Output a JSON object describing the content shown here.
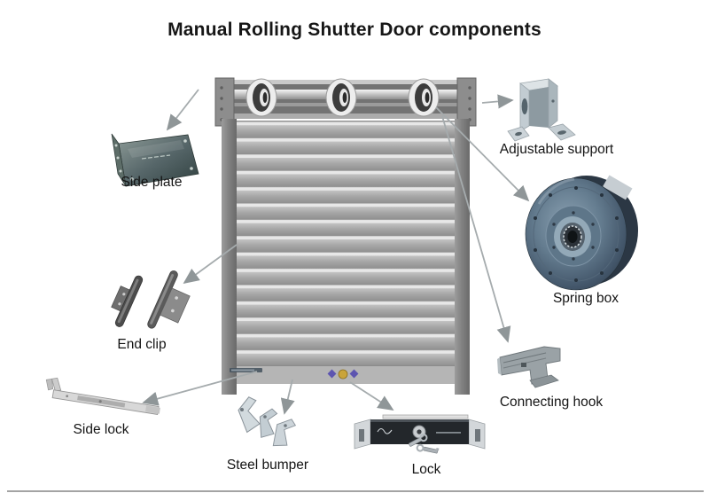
{
  "title": "Manual Rolling Shutter Door components",
  "diagram": {
    "type": "labeled-component-diagram",
    "subject": "Manual rolling shutter door",
    "components": [
      {
        "id": "side_plate",
        "label": "Side plate",
        "position": "upper-left"
      },
      {
        "id": "end_clip",
        "label": "End clip",
        "position": "middle-left"
      },
      {
        "id": "side_lock",
        "label": "Side lock",
        "position": "lower-left"
      },
      {
        "id": "steel_bumper",
        "label": "Steel bumper",
        "position": "bottom-center"
      },
      {
        "id": "lock",
        "label": "Lock",
        "position": "bottom-center-right"
      },
      {
        "id": "adjustable_support",
        "label": "Adjustable support",
        "position": "upper-right"
      },
      {
        "id": "spring_box",
        "label": "Spring box",
        "position": "middle-right"
      },
      {
        "id": "connecting_hook",
        "label": "Connecting hook",
        "position": "lower-right"
      }
    ],
    "colors": {
      "background": "#ffffff",
      "door_slat_gray": "#a6a6a6",
      "door_frame_gray": "#7d7d7d",
      "arrow_gray": "#9aa0a2",
      "spring_box_blue": "#5d7489",
      "side_plate_teal": "#57676a",
      "lock_panel_black": "#23272b",
      "lock_dot_yellow": "#c9a43a",
      "lock_dot_blue": "#5d55b0",
      "text": "#141414"
    }
  }
}
